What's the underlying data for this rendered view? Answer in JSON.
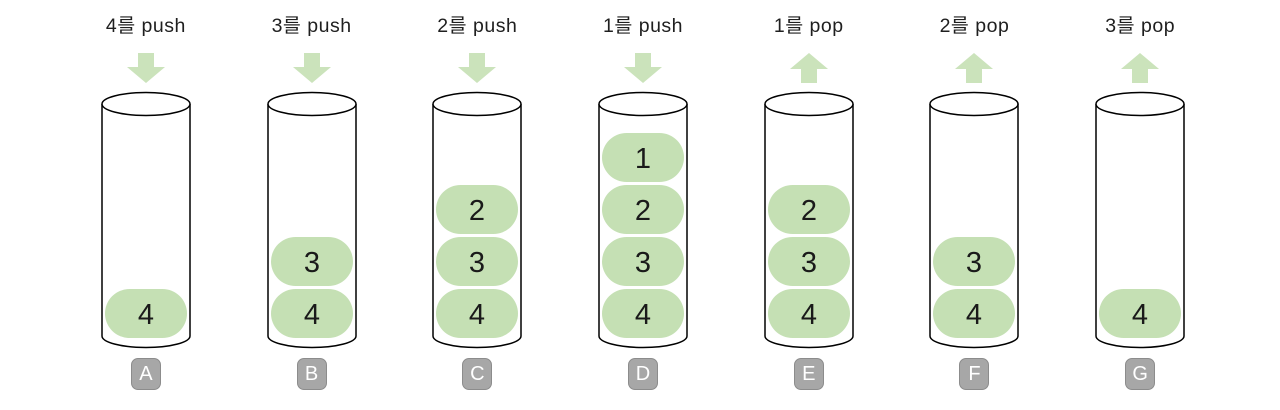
{
  "diagram_title": "stack push/pop states",
  "colors": {
    "pill_green": "#c5e0b4",
    "arrow_green": "#cbe3bb",
    "badge_bg": "#a7a7a7",
    "badge_border": "#8c8c8c",
    "badge_text": "#ffffff",
    "label_text": "#1f1f1f",
    "digit_text": "#1a1a1a",
    "cylinder_stroke": "#000000"
  },
  "columns": [
    {
      "operation_label": "4를 push",
      "arrow_direction": "down",
      "stack_top_first": [
        4
      ],
      "badge": "A"
    },
    {
      "operation_label": "3를 push",
      "arrow_direction": "down",
      "stack_top_first": [
        3,
        4
      ],
      "badge": "B"
    },
    {
      "operation_label": "2를 push",
      "arrow_direction": "down",
      "stack_top_first": [
        2,
        3,
        4
      ],
      "badge": "C"
    },
    {
      "operation_label": "1를 push",
      "arrow_direction": "down",
      "stack_top_first": [
        1,
        2,
        3,
        4
      ],
      "badge": "D"
    },
    {
      "operation_label": "1를 pop",
      "arrow_direction": "up",
      "stack_top_first": [
        2,
        3,
        4
      ],
      "badge": "E"
    },
    {
      "operation_label": "2를 pop",
      "arrow_direction": "up",
      "stack_top_first": [
        3,
        4
      ],
      "badge": "F"
    },
    {
      "operation_label": "3를 pop",
      "arrow_direction": "up",
      "stack_top_first": [
        4
      ],
      "badge": "G"
    }
  ]
}
